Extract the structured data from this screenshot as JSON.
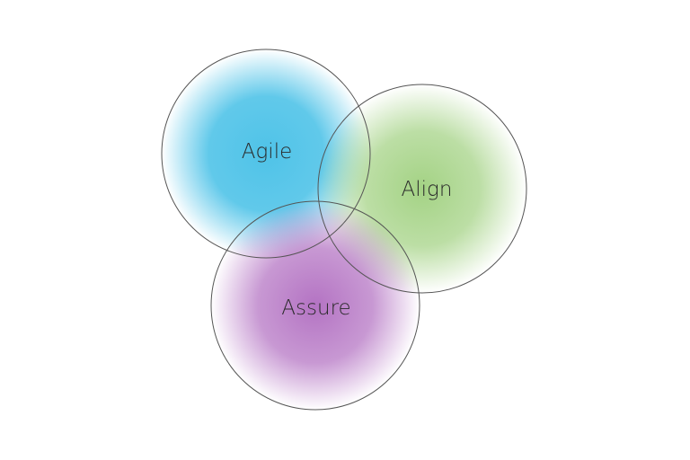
{
  "diagram": {
    "type": "venn",
    "sets": [
      {
        "id": "agile",
        "label": "Agile",
        "color": "#4fc3e8"
      },
      {
        "id": "align",
        "label": "Align",
        "color": "#9fd07e"
      },
      {
        "id": "assure",
        "label": "Assure",
        "color": "#b06cc0"
      }
    ],
    "outline_color": "#555555"
  }
}
